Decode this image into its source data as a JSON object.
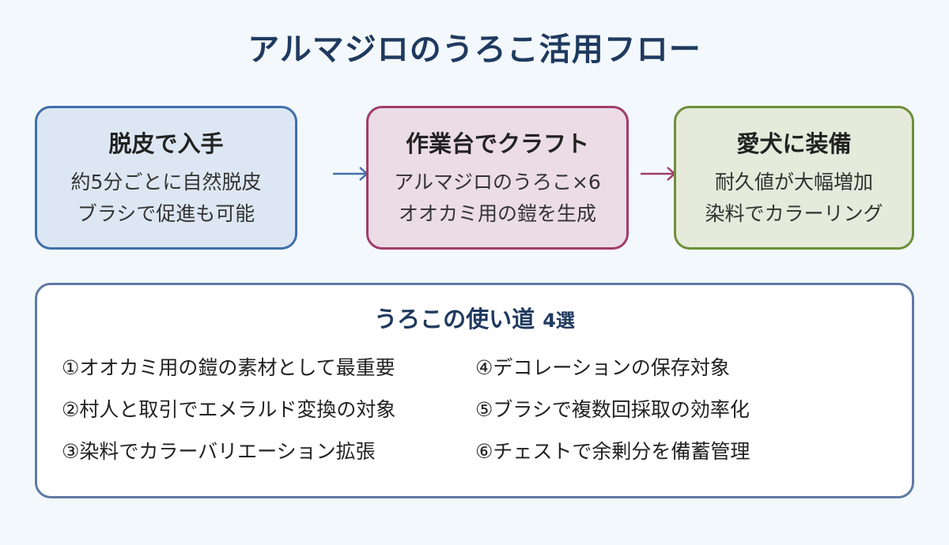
{
  "title": "アルマジロのうろこ活用フロー",
  "steps": [
    {
      "title": "脱皮で入手",
      "lines": [
        "約5分ごとに自然脱皮",
        "ブラシで促進も可能"
      ],
      "border_color": "#3f6fa8",
      "fill_color": "#dde7f3"
    },
    {
      "title": "作業台でクラフト",
      "lines": [
        "アルマジロのうろこ×6",
        "オオカミ用の鎧を生成"
      ],
      "border_color": "#a03c6c",
      "fill_color": "#ebdce5"
    },
    {
      "title": "愛犬に装備",
      "lines": [
        "耐久値が大幅増加",
        "染料でカラーリング"
      ],
      "border_color": "#6d8f3a",
      "fill_color": "#e5eadb"
    }
  ],
  "uses": {
    "title_text": "うろこの使い道",
    "title_count": "4選",
    "items": [
      "①オオカミ用の鎧の素材として最重要",
      "②村人と取引でエメラルド変換の対象",
      "③染料でカラーバリエーション拡張",
      "④デコレーションの保存対象",
      "⑤ブラシで複数回採取の効率化",
      "⑥チェストで余剰分を備蓄管理"
    ]
  }
}
